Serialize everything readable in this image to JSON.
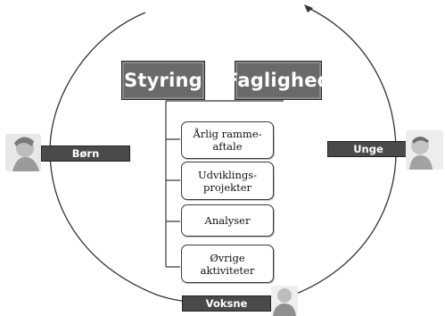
{
  "headers": {
    "left": "Styring",
    "right": "Faglighed"
  },
  "boxes": [
    {
      "line1": "Årlig ramme-",
      "line2": "aftale"
    },
    {
      "line1": "Udviklings-",
      "line2": "projekter"
    },
    {
      "line1": "Analyser",
      "line2": ""
    },
    {
      "line1": "Øvrige",
      "line2": "aktiviteter"
    }
  ],
  "groups": {
    "left": "Børn",
    "right": "Unge",
    "bottom": "Voksne"
  },
  "colors": {
    "header_fill": "#6a6a6a",
    "label_bar_fill": "#4a4a4a",
    "line": "#333333"
  }
}
